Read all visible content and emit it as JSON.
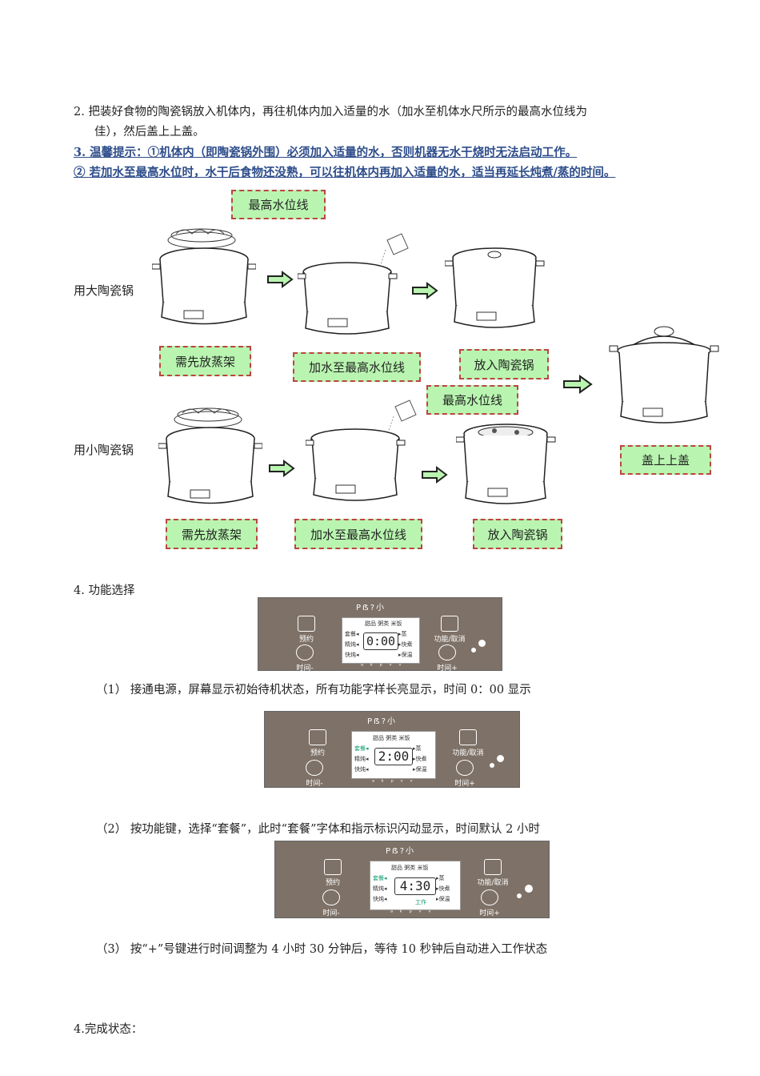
{
  "step2": {
    "line1": "2.  把装好食物的陶瓷锅放入机体内，再往机体内加入适量的水（加水至机体水尺所示的最高水位线为",
    "line2": "佳），然后盖上上盖。"
  },
  "step3": {
    "line1": "3.  温馨提示：①机体内（即陶瓷锅外围）必须加入适量的水，否则机器无水干烧时无法启动工作。",
    "line2": "② 若加水至最高水位时，水干后食物还没熟，可以往机体内再加入适量的水，适当再延长炖煮/蒸的时间。"
  },
  "diagram": {
    "row_large": "用大陶瓷锅",
    "row_small": "用小陶瓷锅",
    "top_max_water": "最高水位线",
    "mid_max_water": "最高水位线",
    "large_labels": [
      "需先放蒸架",
      "加水至最高水位线",
      "放入陶瓷锅"
    ],
    "small_labels": [
      "需先放蒸架",
      "加水至最高水位线",
      "放入陶瓷锅"
    ],
    "final_label": "盖上上盖"
  },
  "step4": {
    "title": "4.  功能选择",
    "sub1": "（1）   接通电源，屏幕显示初始待机状态，所有功能字样长亮显示，时间 0：00 显示",
    "sub2": "（2）   按功能键，选择“套餐”，此时“套餐”字体和指示标识闪动显示，时间默认 2 小时",
    "sub3": "（3）   按“+”号键进行时间调整为 4 小时 30 分钟后，等待 10 秒钟后自动进入工作状态"
  },
  "panel": {
    "logo": "Pẞ?小",
    "btn_reserve": "预约",
    "btn_time_minus": "时间-",
    "btn_function": "功能/取消",
    "btn_time_plus": "时间+",
    "top_labels": "甜品  粥类  米饭",
    "left_labels": [
      "套餐◂",
      "精炖◂",
      "快炖◂"
    ],
    "right_labels": [
      "▸蒸",
      "▸快煮",
      "▸保温"
    ],
    "bottom_marks": "ᵃ ᵏ ᵖ ᵛ ᵛ",
    "work_label": "工作",
    "times": [
      "0:00",
      "2:00",
      "4:30"
    ]
  },
  "done": "4.完成状态：",
  "colors": {
    "label_bg": "#b9f5b0",
    "label_border": "#b44",
    "panel_bg": "#7e7167",
    "warn_text": "#2e4d8a",
    "highlight": "#0b9a6a"
  }
}
